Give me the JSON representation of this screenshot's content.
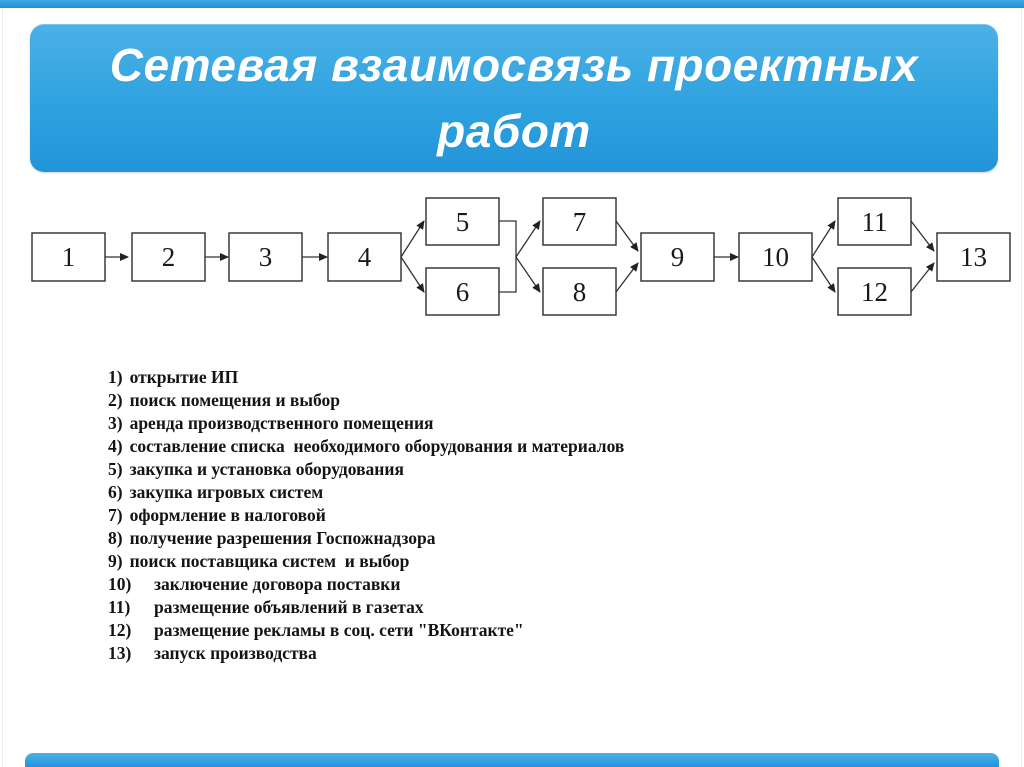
{
  "slide": {
    "title_line1": "Сетевая взаимосвязь проектных",
    "title_line2": "работ"
  },
  "theme": {
    "banner_top": "#4cb1e6",
    "banner_mid": "#2ea2e0",
    "banner_bottom": "#2394da",
    "strip_top": "#43a9e2",
    "strip_bottom": "#1f90d3",
    "box_stroke": "#3a3a3a",
    "text_color": "#141414"
  },
  "diagram": {
    "nodes": [
      {
        "id": 1,
        "label": "1"
      },
      {
        "id": 2,
        "label": "2"
      },
      {
        "id": 3,
        "label": "3"
      },
      {
        "id": 4,
        "label": "4"
      },
      {
        "id": 5,
        "label": "5"
      },
      {
        "id": 6,
        "label": "6"
      },
      {
        "id": 7,
        "label": "7"
      },
      {
        "id": 8,
        "label": "8"
      },
      {
        "id": 9,
        "label": "9"
      },
      {
        "id": 10,
        "label": "10"
      },
      {
        "id": 11,
        "label": "11"
      },
      {
        "id": 12,
        "label": "12"
      },
      {
        "id": 13,
        "label": "13"
      }
    ],
    "edges": [
      "1-2",
      "2-3",
      "3-4",
      "4-5",
      "4-6",
      "5-7",
      "5-8",
      "6-7",
      "6-8",
      "7-9",
      "8-9",
      "9-10",
      "10-11",
      "10-12",
      "11-13",
      "12-13"
    ]
  },
  "activities": {
    "items": [
      {
        "num": "1)",
        "text": "открытие ИП"
      },
      {
        "num": "2)",
        "text": "поиск помещения и выбор"
      },
      {
        "num": "3)",
        "text": "аренда производственного помещения"
      },
      {
        "num": "4)",
        "text": "составление списка  необходимого оборудования и материалов"
      },
      {
        "num": "5)",
        "text": "закупка и установка оборудования"
      },
      {
        "num": "6)",
        "text": "закупка игровых систем"
      },
      {
        "num": "7)",
        "text": "оформление в налоговой"
      },
      {
        "num": "8)",
        "text": "получение разрешения Госпожнадзора"
      },
      {
        "num": "9)",
        "text": "поиск поставщика систем  и выбор"
      },
      {
        "num": "10)",
        "text": "заключение договора поставки"
      },
      {
        "num": "11)",
        "text": "размещение объявлений в газетах"
      },
      {
        "num": "12)",
        "text": "размещение рекламы в соц. сети \"ВКонтакте\""
      },
      {
        "num": "13)",
        "text": "запуск производства"
      }
    ]
  }
}
